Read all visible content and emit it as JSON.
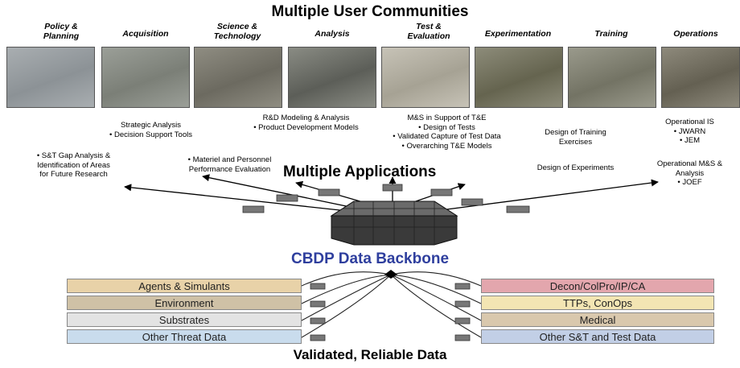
{
  "top_title": "Multiple User Communities",
  "communities": [
    {
      "line1": "Policy &",
      "line2": "Planning",
      "photo_color": "#a9aeb1",
      "photo_shade": "#8c9296"
    },
    {
      "line1": "Acquisition",
      "line2": "",
      "photo_color": "#9b9f98",
      "photo_shade": "#7b7f77"
    },
    {
      "line1": "Science &",
      "line2": "Technology",
      "photo_color": "#8f8d82",
      "photo_shade": "#6c6a60"
    },
    {
      "line1": "Analysis",
      "line2": "",
      "photo_color": "#8a8c84",
      "photo_shade": "#5c5e58"
    },
    {
      "line1": "Test &",
      "line2": "Evaluation",
      "photo_color": "#c7c3b7",
      "photo_shade": "#a6a294"
    },
    {
      "line1": "Experimentation",
      "line2": "",
      "photo_color": "#8d8c7a",
      "photo_shade": "#65644f"
    },
    {
      "line1": "Training",
      "line2": "",
      "photo_color": "#9a9a8c",
      "photo_shade": "#737364"
    },
    {
      "line1": "Operations",
      "line2": "",
      "photo_color": "#8e8a7c",
      "photo_shade": "#646052"
    }
  ],
  "applications": {
    "gap": [
      "•  S&T Gap Analysis &",
      "Identification of Areas",
      "for Future Research"
    ],
    "strategic": [
      "Strategic Analysis",
      "•  Decision Support Tools"
    ],
    "materiel": [
      "•  Materiel and Personnel",
      "Performance Evaluation"
    ],
    "rd": [
      "R&D Modeling & Analysis",
      "•  Product Development Models"
    ],
    "ms": [
      "M&S in Support of T&E",
      "•  Design of Tests",
      "•  Validated Capture of Test Data",
      "•  Overarching  T&E Models"
    ],
    "training": [
      "Design of Training",
      "Exercises"
    ],
    "experiments": [
      "Design of Experiments"
    ],
    "operational": [
      "Operational IS",
      "•  JWARN",
      "•  JEM"
    ],
    "opms": [
      "Operational M&S &",
      "Analysis",
      "•  JOEF"
    ]
  },
  "middle_title": "Multiple Applications",
  "backbone_title": "CBDP Data Backbone",
  "left_bars": [
    {
      "label": "Agents & Simulants",
      "color": "#e8d2a8"
    },
    {
      "label": "Environment",
      "color": "#cfc1a6"
    },
    {
      "label": "Substrates",
      "color": "#e3e3e3"
    },
    {
      "label": "Other Threat Data",
      "color": "#c9dced"
    }
  ],
  "right_bars": [
    {
      "label": "Decon/ColPro/IP/CA",
      "color": "#e3a6ad"
    },
    {
      "label": "TTPs, ConOps",
      "color": "#f3e5b3"
    },
    {
      "label": "Medical",
      "color": "#d9c8ad"
    },
    {
      "label": "Other S&T and Test Data",
      "color": "#c2cfe6"
    }
  ],
  "bottom_title": "Validated, Reliable Data"
}
